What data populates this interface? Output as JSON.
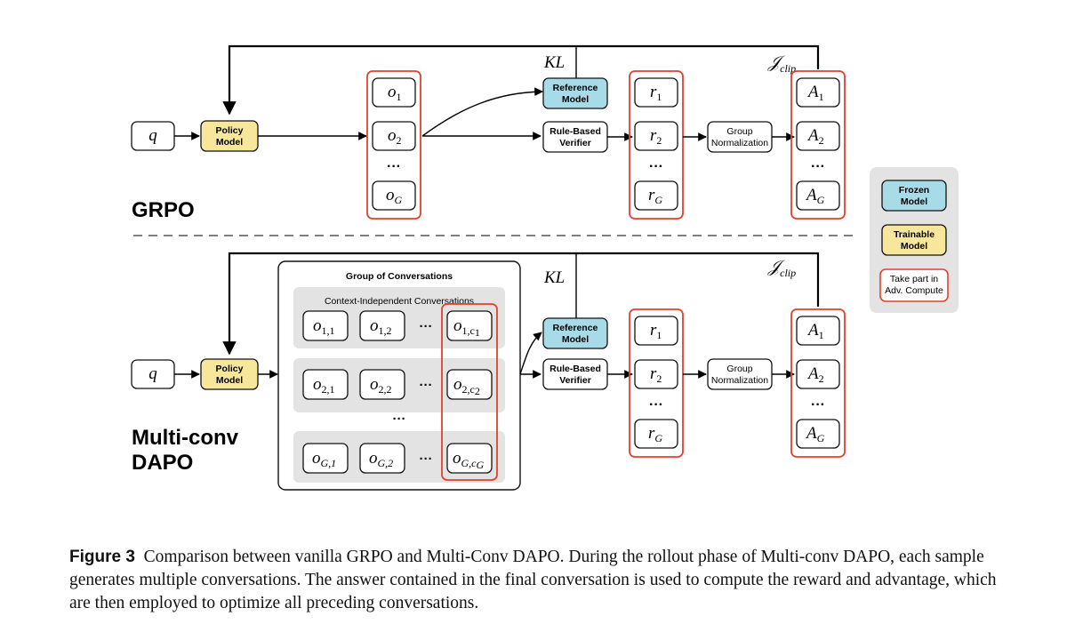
{
  "sections": {
    "top": "GRPO",
    "bottom_line1": "Multi-conv",
    "bottom_line2": "DAPO"
  },
  "nodes": {
    "query": "q",
    "policy_model_line1": "Policy",
    "policy_model_line2": "Model",
    "reference_model_line1": "Reference",
    "reference_model_line2": "Model",
    "verifier_line1": "Rule-Based",
    "verifier_line2": "Verifier",
    "group_norm_line1": "Group",
    "group_norm_line2": "Normalization",
    "kl_label": "KL",
    "j_clip_main": "𝒥",
    "j_clip_sub": "clip",
    "ellipsis": "···"
  },
  "grpo": {
    "outputs": [
      {
        "base": "o",
        "sub": "1"
      },
      {
        "base": "o",
        "sub": "2"
      },
      {
        "base": "o",
        "sub": "G"
      }
    ],
    "rewards": [
      {
        "base": "r",
        "sub": "1"
      },
      {
        "base": "r",
        "sub": "2"
      },
      {
        "base": "r",
        "sub": "G"
      }
    ],
    "advantages": [
      {
        "base": "A",
        "sub": "1"
      },
      {
        "base": "A",
        "sub": "2"
      },
      {
        "base": "A",
        "sub": "G"
      }
    ]
  },
  "dapo": {
    "group_title": "Group of Conversations",
    "context_title": "Context-Independent Conversations",
    "rows": [
      [
        {
          "base": "o",
          "sub": "1,1"
        },
        {
          "base": "o",
          "sub": "1,2"
        },
        {
          "base": "o",
          "sub": "1,c",
          "subsub": "1"
        }
      ],
      [
        {
          "base": "o",
          "sub": "2,1"
        },
        {
          "base": "o",
          "sub": "2,2"
        },
        {
          "base": "o",
          "sub": "2,c",
          "subsub": "2"
        }
      ],
      [
        {
          "base": "o",
          "sub": "G,1"
        },
        {
          "base": "o",
          "sub": "G,2"
        },
        {
          "base": "o",
          "sub": "G,c",
          "subsub": "G"
        }
      ]
    ],
    "rewards": [
      {
        "base": "r",
        "sub": "1"
      },
      {
        "base": "r",
        "sub": "2"
      },
      {
        "base": "r",
        "sub": "G"
      }
    ],
    "advantages": [
      {
        "base": "A",
        "sub": "1"
      },
      {
        "base": "A",
        "sub": "2"
      },
      {
        "base": "A",
        "sub": "G"
      }
    ]
  },
  "legend": {
    "frozen_line1": "Frozen",
    "frozen_line2": "Model",
    "trainable_line1": "Trainable",
    "trainable_line2": "Model",
    "adv_line1": "Take part in",
    "adv_line2": "Adv. Compute"
  },
  "caption": {
    "figure_label": "Figure 3",
    "text": "Comparison between vanilla GRPO and Multi-Conv DAPO. During the rollout phase of Multi-conv DAPO, each sample generates multiple conversations. The answer contained in the final conversation is used to compute the reward and advantage, which are then employed to optimize all preceding conversations."
  },
  "colors": {
    "frozen": "#a8dbe8",
    "trainable": "#f7e79a",
    "adv_border": "#e0412f",
    "panel_gray": "#e3e3e3"
  }
}
